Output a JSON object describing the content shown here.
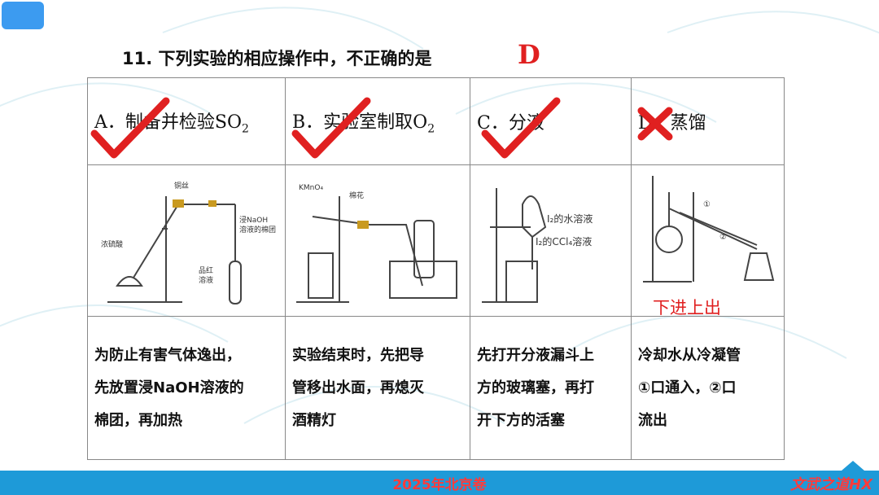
{
  "question": {
    "text": "11. 下列实验的相应操作中，不正确的是",
    "answer": "D"
  },
  "options": [
    {
      "head_prefix": "A．制备并检验SO",
      "head_sub": "2",
      "mark": "check",
      "fig_labels": [
        "铜丝",
        "浓硫酸",
        "浸NaOH",
        "溶液的棉团",
        "品红",
        "溶液"
      ],
      "desc": [
        "为防止有害气体逸出，",
        "先放置浸NaOH溶液的",
        "棉团，再加热"
      ]
    },
    {
      "head_prefix": "B．实验室制取O",
      "head_sub": "2",
      "mark": "check",
      "fig_labels": [
        "KMnO₄",
        "棉花"
      ],
      "desc": [
        "实验结束时，先把导",
        "管移出水面，再熄灭",
        "酒精灯"
      ]
    },
    {
      "head_prefix": "C．分液",
      "head_sub": "",
      "mark": "check",
      "fig_labels": [
        "I₂的水溶液",
        "I₂的CCl₄溶液"
      ],
      "desc": [
        "先打开分液漏斗上",
        "方的玻璃塞，再打",
        "开下方的活塞"
      ]
    },
    {
      "head_prefix": "D．蒸馏",
      "head_sub": "",
      "mark": "cross",
      "fig_labels": [
        "①",
        "②"
      ],
      "desc": [
        "冷却水从冷凝管",
        "①口通入，②口",
        "流出"
      ]
    }
  ],
  "note": "下进上出",
  "footer": {
    "center": "2025年北京卷",
    "right": "文武之道HX"
  },
  "colors": {
    "mark_red": "#e02020",
    "footer_blue": "#1e9ad8",
    "badge_blue": "#3c9bf0"
  }
}
